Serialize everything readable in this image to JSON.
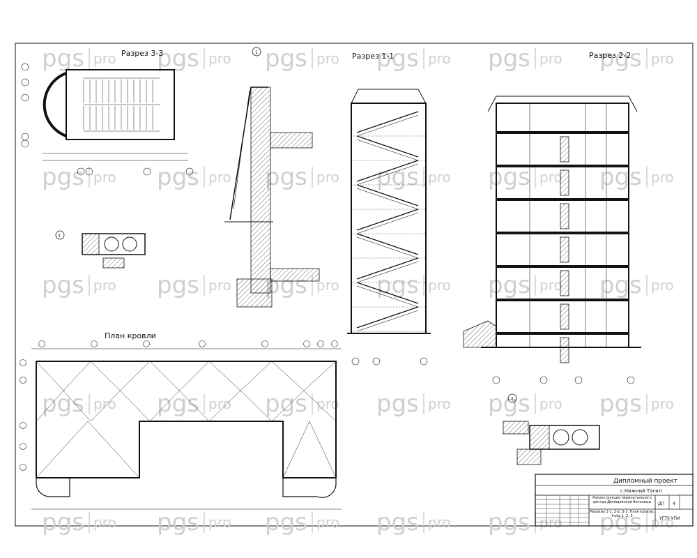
{
  "watermark": {
    "brand": "pgs",
    "suffix": "pro"
  },
  "views": {
    "section_3_3": "Разрез 3-3",
    "node_1": "1",
    "section_1_1": "Разрез 1-1",
    "section_2_2": "Разрез 2-2",
    "node_3": "3",
    "roof_plan": "План кровли",
    "node_2": "2"
  },
  "title_block": {
    "project": "Дипломный проект",
    "city": "г.Нижний Тагил",
    "description": "Реконструкция перинатального центра Демидовской больницы",
    "sheet_content": "Разрезы 1-1, 2-2, 3-3. План кровли. Узлы 1, 2, 3",
    "stage": "ДП",
    "sheet": "4",
    "group": "УГТУ-УПИ"
  }
}
